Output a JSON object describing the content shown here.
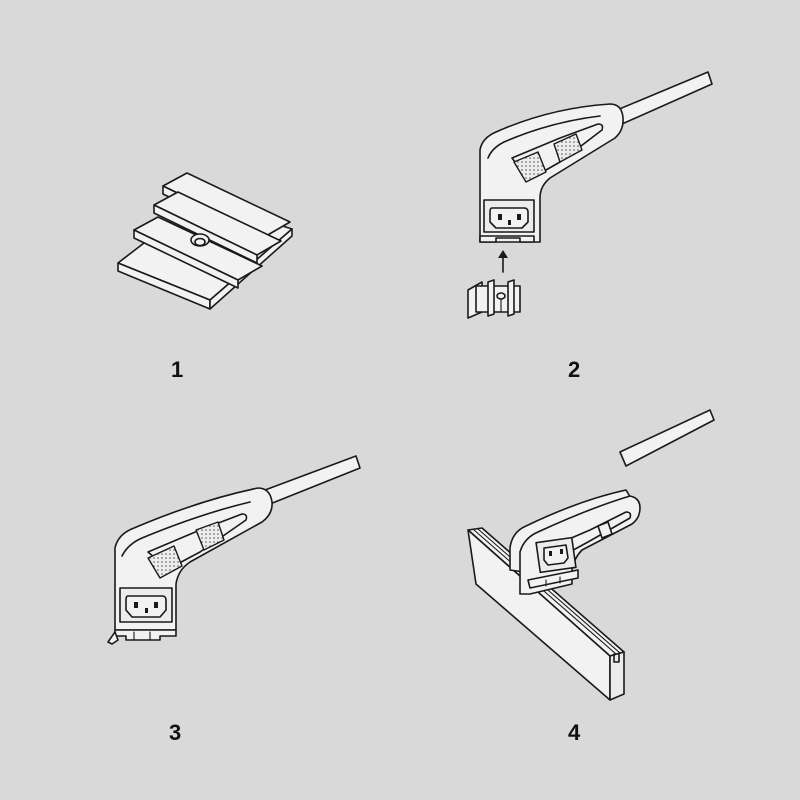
{
  "diagram": {
    "background_color": "#d9d9d9",
    "line_color": "#1a1a1a",
    "steps": [
      {
        "number": "1",
        "depicts": "mounting clip (grooved base plate with center screw hole)"
      },
      {
        "number": "2",
        "depicts": "clip inserted upward into base of angled power-socket handle with cable"
      },
      {
        "number": "3",
        "depicts": "handle with clip attached, IEC power socket on front"
      },
      {
        "number": "4",
        "depicts": "handle clipped onto grooved rail/profile"
      }
    ],
    "annotations": {
      "step2_arrow": "up-arrow"
    }
  }
}
